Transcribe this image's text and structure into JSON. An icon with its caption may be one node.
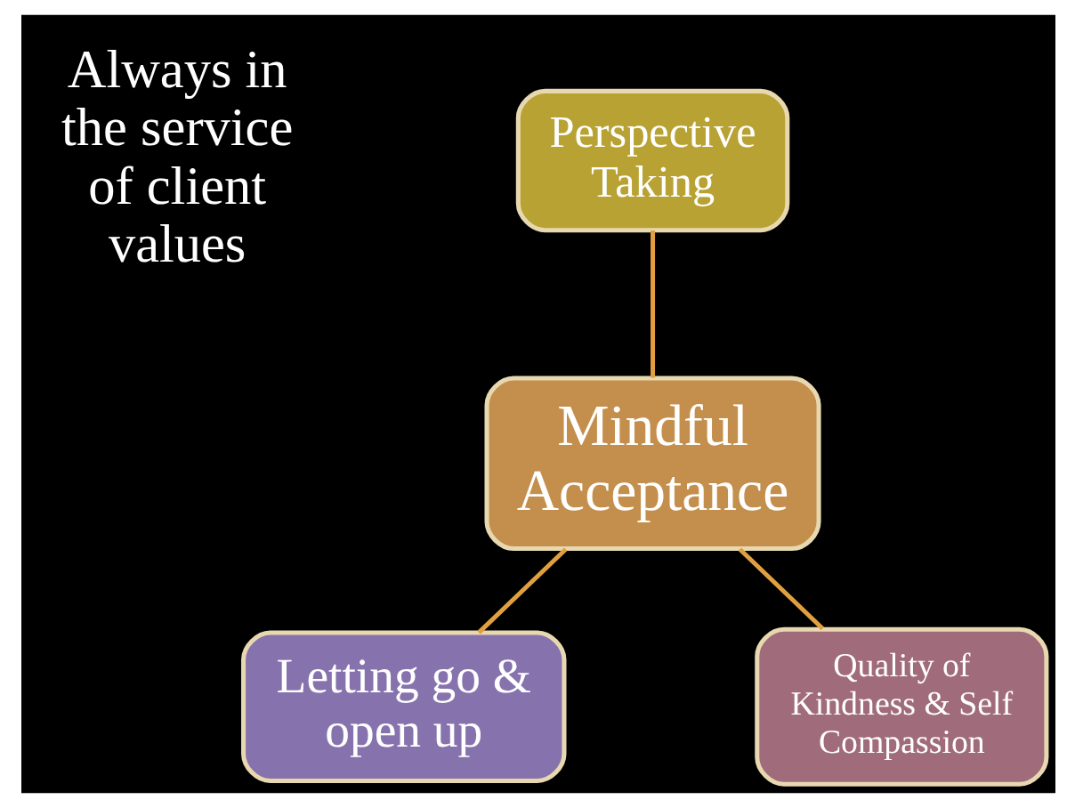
{
  "diagram": {
    "nodes": [
      {
        "text": [
          "Perspective Taking"
        ]
      },
      {
        "text": [
          "Mindful Acceptance"
        ]
      },
      {
        "text": [
          "Letting go & open up"
        ]
      },
      {
        "text": [
          "Quality of Kindness & Self Compassion"
        ]
      }
    ],
    "edges": [
      {
        "from": 0,
        "to": 1,
        "arrow": "none"
      },
      {
        "from": 1,
        "to": 2,
        "arrow": "none"
      },
      {
        "from": 1,
        "to": 3,
        "arrow": "none"
      }
    ],
    "labels": [
      "Always in the service of client values"
    ]
  }
}
